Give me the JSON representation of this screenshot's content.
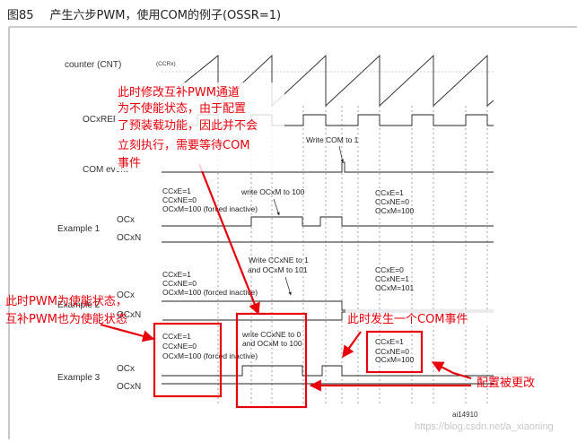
{
  "title": {
    "number": "图85",
    "text": "产生六步PWM，使用COM的例子(OSSR=1)"
  },
  "signals": {
    "counter": "counter (CNT)",
    "ccrx": "(CCRx)",
    "ocxref": "OCxREF",
    "com_event": "COM event",
    "ocx": "OCx",
    "ocxn": "OCxN"
  },
  "examples": {
    "ex1": "Example 1",
    "ex2": "Example 2",
    "ex3": "Example 3"
  },
  "notes": {
    "write_com": "Write COM to 1",
    "ex1_before": [
      "CCxE=1",
      "CCxNE=0",
      "OCxM=100 (forced inactive)"
    ],
    "ex1_write": "write OCxM to 100",
    "ex1_after": [
      "CCxE=1",
      "CCxNE=0",
      "OCxM=100"
    ],
    "ex2_before": [
      "CCxE=1",
      "CCxNE=0",
      "OCxM=100 (forced inactive)"
    ],
    "ex2_write": [
      "Write CCxNE to 1",
      "and OCxM to 101"
    ],
    "ex2_after": [
      "CCxE=0",
      "CCxNE=1",
      "OCxM=101"
    ],
    "ex3_before": [
      "CCxE=1",
      "CCxNE=0",
      "OCxM=100 (forced inactive)"
    ],
    "ex3_write": [
      "write CCxNE to 0",
      "and OCxM to 100"
    ],
    "ex3_after": [
      "CCxE=1",
      "CCxNE=0",
      "OCxM=100"
    ]
  },
  "annotations": {
    "top": [
      "此时修改互补PWM通道",
      "为不使能状态，由于配置",
      "了预装载功能，因此并不会",
      "立刻执行，需要等待COM",
      "事件"
    ],
    "left": [
      "此时PWM为使能状态，",
      "互补PWM也为使能状态"
    ],
    "com": "此时发生一个COM事件",
    "changed": "配置被更改"
  },
  "figure_id": "ai14910",
  "watermark": "https://blog.csdn.net/a_xiaoning",
  "colors": {
    "annotation": "#e8000b",
    "line": "#222222",
    "grid": "#555555"
  }
}
